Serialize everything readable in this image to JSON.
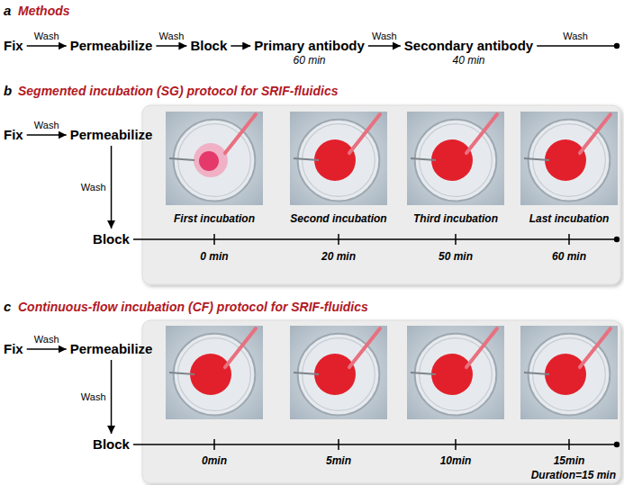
{
  "diagram": {
    "nodes": [
      {
        "text": [
          "Fix"
        ]
      },
      {
        "text": [
          "Permeabilize"
        ]
      },
      {
        "text": [
          "Block"
        ]
      },
      {
        "text": [
          "Primary antibody",
          "60 min"
        ]
      },
      {
        "text": [
          "Secondary antibody",
          "40 min"
        ]
      },
      {
        "text": [
          "Fix"
        ]
      },
      {
        "text": [
          "Permeabilize"
        ]
      },
      {
        "text": [
          "Block"
        ]
      },
      {
        "text": [
          "Fix"
        ]
      },
      {
        "text": [
          "Permeabilize"
        ]
      },
      {
        "text": [
          "Block"
        ]
      }
    ],
    "edges": [
      {
        "from": 0,
        "to": 1,
        "arrow": "to",
        "label": "Wash"
      },
      {
        "from": 1,
        "to": 2,
        "arrow": "to",
        "label": "Wash"
      },
      {
        "from": 2,
        "to": 3,
        "arrow": "to"
      },
      {
        "from": 3,
        "to": 4,
        "arrow": "to",
        "label": "Wash"
      },
      {
        "from": 5,
        "to": 6,
        "arrow": "to",
        "label": "Wash"
      },
      {
        "from": 6,
        "to": 7,
        "arrow": "to",
        "label": "Wash"
      },
      {
        "from": 8,
        "to": 9,
        "arrow": "to",
        "label": "Wash"
      },
      {
        "from": 9,
        "to": 10,
        "arrow": "to",
        "label": "Wash"
      }
    ],
    "labels": [
      "a",
      "Methods",
      "Wash",
      "b",
      "Segmented incubation (SG) protocol for SRIF-fluidics",
      "First incubation",
      "Second incubation",
      "Third incubation",
      "Last incubation",
      "0 min",
      "20 min",
      "50 min",
      "60 min",
      "c",
      "Continuous-flow incubation (CF) protocol for SRIF-fluidics",
      "0min",
      "5min",
      "10min",
      "15min",
      "Duration=15 min"
    ]
  }
}
